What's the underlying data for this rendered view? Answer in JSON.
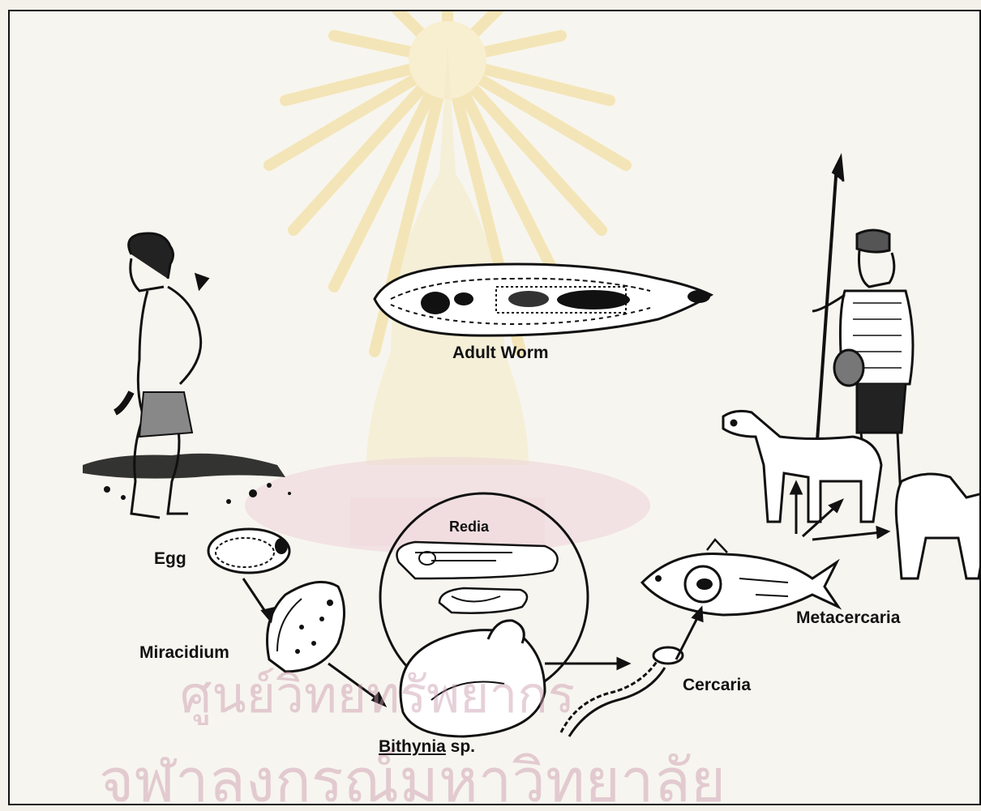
{
  "labels": {
    "adult_worm": "Adult Worm",
    "egg": "Egg",
    "miracidium": "Miracidium",
    "redia": "Redia",
    "bithynia_genus": "Bithynia",
    "bithynia_rest": " sp.",
    "cercaria": "Cercaria",
    "metacercaria": "Metacercaria"
  },
  "watermark": {
    "line1": "ศูนย์วิทยทรัพยากร",
    "line2": "จุฬาลงกรณ์มหาวิทยาลัย",
    "color_yellow": "#f1d98a",
    "color_pink": "#e7b8c6"
  },
  "colors": {
    "ink": "#111111",
    "paper": "#f7f5ef"
  }
}
